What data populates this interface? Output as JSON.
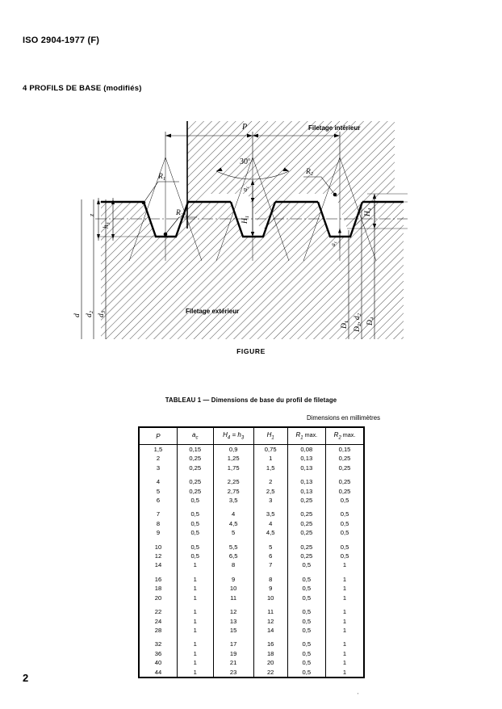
{
  "document": {
    "reference": "ISO 2904-1977 (F)",
    "section_heading": "4   PROFILS DE BASE (modifiés)",
    "page_number": "2",
    "corner_mark": "'"
  },
  "figure": {
    "caption": "FIGURE",
    "labels": {
      "internal_thread": "Filetage intérieur",
      "external_thread": "Filetage extérieur",
      "pitch": "P",
      "angle": "30",
      "angle_unit": "o",
      "a_c": "a",
      "a_c_sub": "c",
      "H1": "H",
      "H1_sub": "1",
      "H4": "H",
      "H4_sub": "4",
      "R1": "R",
      "R1_sub": "1",
      "R2": "R",
      "R2_sub": "2",
      "z": "z",
      "h3": "h",
      "h3_sub": "3",
      "d": "d",
      "d2": "d",
      "d2_sub": "2",
      "d3": "d",
      "d3_sub": "3",
      "D1": "D",
      "D1_sub": "1",
      "D2d2": "D",
      "D2d2_sub": "2",
      "D2d2_b": ", d",
      "D2d2_b_sub": "2",
      "D4": "D",
      "D4_sub": "4"
    }
  },
  "table": {
    "title": "TABLEAU 1 — Dimensions de base du profil de filetage",
    "units_note": "Dimensions en millimètres",
    "columns": [
      {
        "main": "P",
        "sub": "",
        "suffix": ""
      },
      {
        "main": "a",
        "sub": "c",
        "suffix": ""
      },
      {
        "main": "H",
        "sub": "4",
        "suffix": " = h",
        "suffix_sub": "3"
      },
      {
        "main": "H",
        "sub": "1",
        "suffix": ""
      },
      {
        "main": "R",
        "sub": "1",
        "suffix": " max."
      },
      {
        "main": "R",
        "sub": "2",
        "suffix": " max."
      }
    ],
    "groups": [
      {
        "rows": [
          [
            "1,5",
            "0,15",
            "0,9",
            "0,75",
            "0,08",
            "0,15"
          ],
          [
            "2",
            "0,25",
            "1,25",
            "1",
            "0,13",
            "0,25"
          ],
          [
            "3",
            "0,25",
            "1,75",
            "1,5",
            "0,13",
            "0,25"
          ]
        ]
      },
      {
        "rows": [
          [
            "4",
            "0,25",
            "2,25",
            "2",
            "0,13",
            "0,25"
          ],
          [
            "5",
            "0,25",
            "2,75",
            "2,5",
            "0,13",
            "0,25"
          ],
          [
            "6",
            "0,5",
            "3,5",
            "3",
            "0,25",
            "0,5"
          ]
        ]
      },
      {
        "rows": [
          [
            "7",
            "0,5",
            "4",
            "3,5",
            "0,25",
            "0,5"
          ],
          [
            "8",
            "0,5",
            "4,5",
            "4",
            "0,25",
            "0,5"
          ],
          [
            "9",
            "0,5",
            "5",
            "4,5",
            "0,25",
            "0,5"
          ]
        ]
      },
      {
        "rows": [
          [
            "10",
            "0,5",
            "5,5",
            "5",
            "0,25",
            "0,5"
          ],
          [
            "12",
            "0,5",
            "6,5",
            "6",
            "0,25",
            "0,5"
          ],
          [
            "14",
            "1",
            "8",
            "7",
            "0,5",
            "1"
          ]
        ]
      },
      {
        "rows": [
          [
            "16",
            "1",
            "9",
            "8",
            "0,5",
            "1"
          ],
          [
            "18",
            "1",
            "10",
            "9",
            "0,5",
            "1"
          ],
          [
            "20",
            "1",
            "11",
            "10",
            "0,5",
            "1"
          ]
        ]
      },
      {
        "rows": [
          [
            "22",
            "1",
            "12",
            "11",
            "0,5",
            "1"
          ],
          [
            "24",
            "1",
            "13",
            "12",
            "0,5",
            "1"
          ],
          [
            "28",
            "1",
            "15",
            "14",
            "0,5",
            "1"
          ]
        ]
      },
      {
        "rows": [
          [
            "32",
            "1",
            "17",
            "16",
            "0,5",
            "1"
          ],
          [
            "36",
            "1",
            "19",
            "18",
            "0,5",
            "1"
          ],
          [
            "40",
            "1",
            "21",
            "20",
            "0,5",
            "1"
          ],
          [
            "44",
            "1",
            "23",
            "22",
            "0,5",
            "1"
          ]
        ]
      }
    ]
  }
}
